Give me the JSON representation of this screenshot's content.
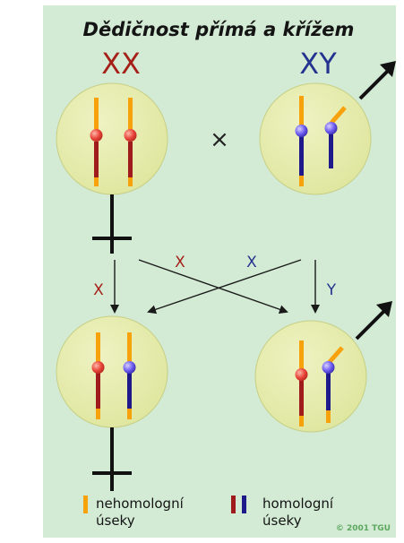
{
  "title": "Dědičnost přímá a křížem",
  "parents": {
    "female_label": "XX",
    "male_label": "XY",
    "cross_symbol": "×"
  },
  "arrows": {
    "left_down": "X",
    "cross_left": "X",
    "cross_right": "X",
    "right_down": "Y"
  },
  "legend": {
    "nonhomologous_line1": "nehomologní",
    "nonhomologous_line2": "úseky",
    "homologous_line1": "homologní",
    "homologous_line2": "úseky"
  },
  "copyright": "© 2001 TGU",
  "colors": {
    "background": "#d3ebd5",
    "cell_fill": "#e4eba8",
    "orange": "#f7a20b",
    "dark_red": "#a01c1c",
    "navy": "#1e1a8c",
    "red_centromere": "#e8443a",
    "blue_centromere": "#6d5cf0",
    "label_red": "#a52018",
    "label_blue": "#24338f"
  }
}
